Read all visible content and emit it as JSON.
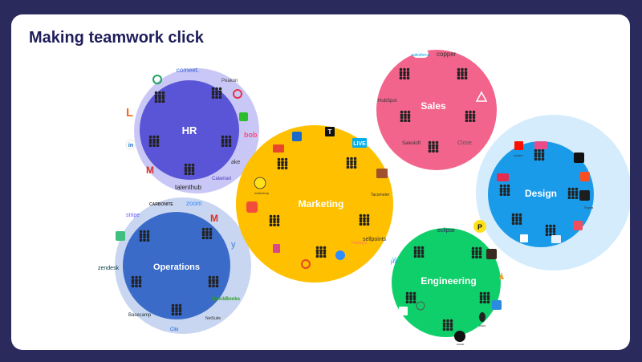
{
  "slide": {
    "title": "Making teamwork click"
  },
  "colors": {
    "background": "#2b2a5c",
    "hr": "#5a54d6",
    "hr_ring": "#c9c7f5",
    "operations": "#3a6bc9",
    "operations_ring": "#c8d6f1",
    "marketing": "#ffc000",
    "sales": "#f2648b",
    "design": "#1a9bea",
    "design_ring": "#d4ecfb",
    "engineering": "#0fcf6a"
  },
  "teams": [
    {
      "name": "HR",
      "logos": [
        "comeet.",
        "Peakon",
        "bob",
        "Calamari",
        "talenthub",
        "in",
        "M",
        "L"
      ]
    },
    {
      "name": "Operations",
      "logos": [
        "CARBONITE",
        "zoom",
        "stripe",
        "zendesk",
        "Basecamp",
        "Clio",
        "NetSuite",
        "QuickBooks",
        "y",
        "M"
      ]
    },
    {
      "name": "Marketing",
      "logos": [
        "LIVE",
        "sellpoints",
        "HubSpot",
        "mailchimp",
        "Vimeo"
      ]
    },
    {
      "name": "Sales",
      "logos": [
        "salesforce",
        "copper",
        "HubSpot",
        "Close",
        "Salesloft"
      ]
    },
    {
      "name": "Design",
      "logos": [
        "Adobe",
        "Figma"
      ]
    },
    {
      "name": "Engineering",
      "logos": [
        "eclipse",
        "jira",
        "GitHub",
        "linux"
      ]
    }
  ]
}
